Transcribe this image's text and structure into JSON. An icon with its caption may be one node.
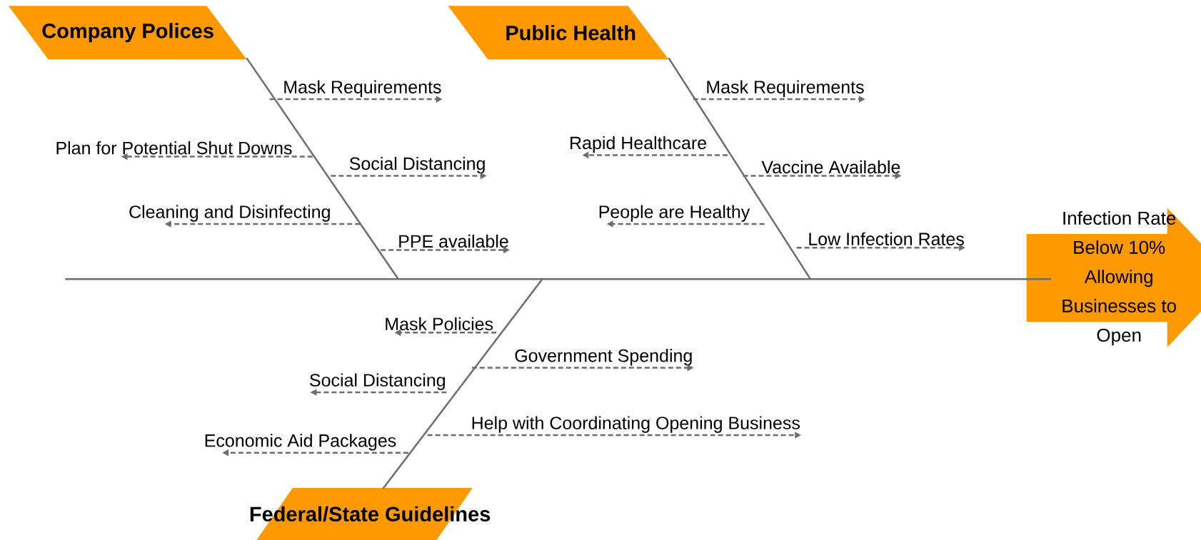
{
  "diagram": {
    "nodes": [
      {
        "text": [
          "Company Polices"
        ]
      },
      {
        "text": [
          "Public Health"
        ]
      },
      {
        "text": [
          "Mask Requirements"
        ]
      },
      {
        "text": [
          "Mask Requirements"
        ]
      },
      {
        "text": [
          "Plan for Potential Shut Downs"
        ]
      },
      {
        "text": [
          "Rapid Healthcare"
        ]
      },
      {
        "text": [
          "Social Distancing"
        ]
      },
      {
        "text": [
          "Vaccine Available"
        ]
      },
      {
        "text": [
          "Cleaning and Disinfecting"
        ]
      },
      {
        "text": [
          "People are Healthy"
        ]
      },
      {
        "text": [
          "PPE available"
        ]
      },
      {
        "text": [
          "Low Infection Rates"
        ]
      },
      {
        "text": [
          "Infection Rate Below 10% Allowing Businesses to Open"
        ]
      },
      {
        "text": [
          "Mask Policies"
        ]
      },
      {
        "text": [
          "Government Spending"
        ]
      },
      {
        "text": [
          "Social Distancing"
        ]
      },
      {
        "text": [
          "Help with Coordinating Opening Business"
        ]
      },
      {
        "text": [
          "Economic Aid Packages"
        ]
      },
      {
        "text": [
          "Federal/State Guidelines"
        ]
      }
    ],
    "edges": [
      {
        "from": null,
        "to": 12,
        "arrow": "none"
      },
      {
        "from": 0,
        "to": null,
        "arrow": "none"
      },
      {
        "from": 1,
        "to": null,
        "arrow": "none"
      },
      {
        "from": 18,
        "to": null,
        "arrow": "none"
      },
      {
        "from": null,
        "to": 2,
        "arrow": "to",
        "style": "dashed"
      },
      {
        "from": null,
        "to": 3,
        "arrow": "to",
        "style": "dashed"
      },
      {
        "from": null,
        "to": 4,
        "arrow": "to",
        "style": "dashed"
      },
      {
        "from": null,
        "to": 5,
        "arrow": "to",
        "style": "dashed"
      },
      {
        "from": null,
        "to": 6,
        "arrow": "to",
        "style": "dashed"
      },
      {
        "from": null,
        "to": 7,
        "arrow": "to",
        "style": "dashed"
      },
      {
        "from": null,
        "to": 8,
        "arrow": "to",
        "style": "dashed"
      },
      {
        "from": null,
        "to": 9,
        "arrow": "to",
        "style": "dashed"
      },
      {
        "from": null,
        "to": 10,
        "arrow": "to",
        "style": "dashed"
      },
      {
        "from": null,
        "to": 11,
        "arrow": "to",
        "style": "dashed"
      },
      {
        "from": null,
        "to": 13,
        "arrow": "to",
        "style": "dashed"
      },
      {
        "from": null,
        "to": 14,
        "arrow": "to",
        "style": "dashed"
      },
      {
        "from": null,
        "to": 15,
        "arrow": "to",
        "style": "dashed"
      },
      {
        "from": null,
        "to": 16,
        "arrow": "to",
        "style": "dashed"
      },
      {
        "from": null,
        "to": 17,
        "arrow": "to",
        "style": "dashed"
      }
    ]
  }
}
